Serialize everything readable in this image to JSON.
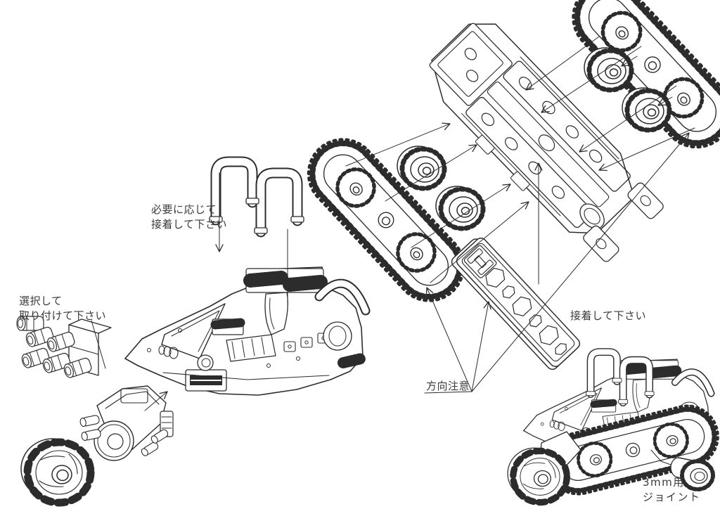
{
  "canvas": {
    "background": "#ffffff",
    "line_color": "#2c2c2c",
    "text_color": "#3a3a3a"
  },
  "labels": {
    "glue_as_needed": {
      "line1": "必要に応じて",
      "line2": "接着して下さい"
    },
    "select_and_attach": {
      "line1": "選択して",
      "line2": "取り付けて下さい"
    },
    "glue_here": {
      "text": "接着して下さい"
    },
    "direction_caution": {
      "text": "方向注意"
    },
    "joint_3mm": {
      "line1": "3mm用",
      "line2": "ジョイント"
    }
  }
}
